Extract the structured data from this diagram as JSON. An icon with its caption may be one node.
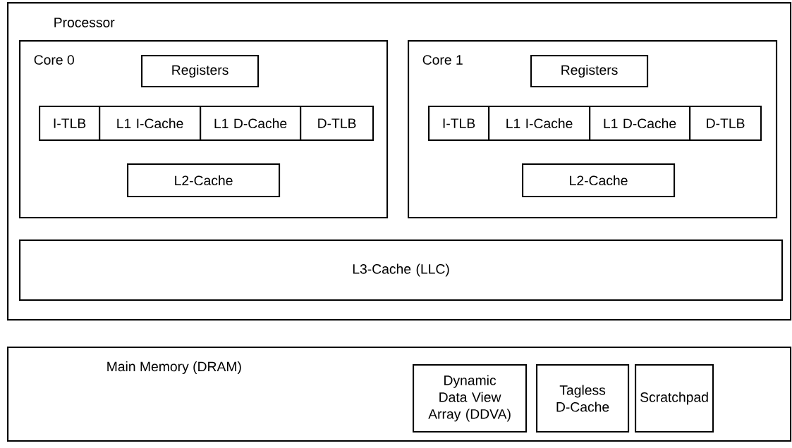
{
  "diagram": {
    "nodes": [
      {
        "text": [
          "Processor"
        ]
      },
      {
        "text": [
          "Core 0"
        ],
        "in": 0
      },
      {
        "text": [
          "Registers"
        ],
        "in": 1
      },
      {
        "text": [
          "I-TLB"
        ],
        "in": 1
      },
      {
        "text": [
          "L1 I-Cache"
        ],
        "in": 1
      },
      {
        "text": [
          "L1 D-Cache"
        ],
        "in": 1
      },
      {
        "text": [
          "D-TLB"
        ],
        "in": 1
      },
      {
        "text": [
          "L2-Cache"
        ],
        "in": 1
      },
      {
        "text": [
          "Core 1"
        ],
        "in": 0
      },
      {
        "text": [
          "Registers"
        ],
        "in": 8
      },
      {
        "text": [
          "I-TLB"
        ],
        "in": 8
      },
      {
        "text": [
          "L1 I-Cache"
        ],
        "in": 8
      },
      {
        "text": [
          "L1 D-Cache"
        ],
        "in": 8
      },
      {
        "text": [
          "D-TLB"
        ],
        "in": 8
      },
      {
        "text": [
          "L2-Cache"
        ],
        "in": 8
      },
      {
        "text": [
          "L3-Cache (LLC)"
        ],
        "in": 0
      },
      {
        "text": [
          "Main Memory (DRAM)"
        ]
      },
      {
        "text": [
          "Dynamic Data View Array (DDVA)"
        ],
        "in": 16
      },
      {
        "text": [
          "Tagless D-Cache"
        ],
        "in": 16
      },
      {
        "text": [
          "Scratchpad"
        ],
        "in": 16
      }
    ]
  }
}
